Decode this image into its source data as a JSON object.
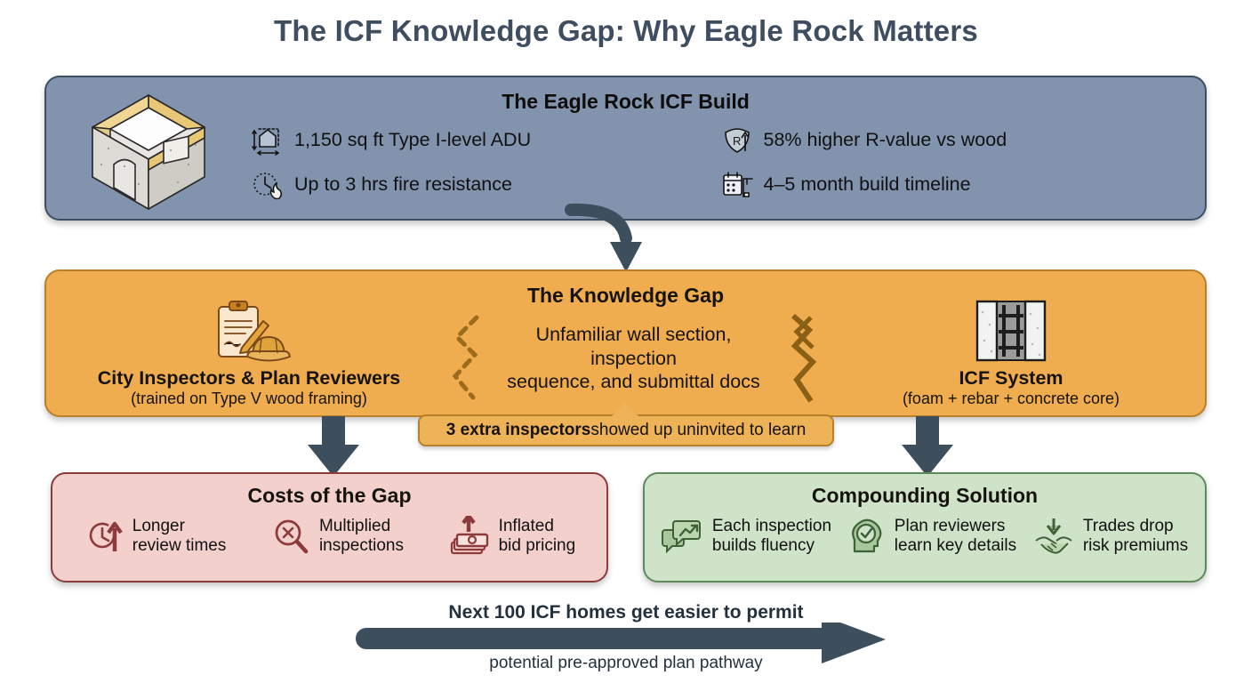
{
  "title": "The ICF Knowledge Gap: Why Eagle Rock Matters",
  "colors": {
    "title_text": "#3e4e60",
    "build_fill": "#8193ad",
    "build_border": "#3d4f63",
    "gap_fill": "#f0ad4f",
    "gap_border": "#b9802c",
    "costs_fill": "#f4d0cd",
    "costs_border": "#8d3a3a",
    "solution_fill": "#cfe3c8",
    "solution_border": "#5d8a5a",
    "arrow": "#3d4f5d",
    "callout_fill": "#eeb257"
  },
  "build": {
    "title": "The Eagle Rock ICF Build",
    "illustration_icon": "icf-cube-icon",
    "stats": [
      {
        "icon": "house-dimensions-icon",
        "text": "1,150 sq ft Type I-level ADU"
      },
      {
        "icon": "r-value-shield-arrow-icon",
        "text": "58% higher R-value vs wood"
      },
      {
        "icon": "clock-flame-icon",
        "text": "Up to 3 hrs fire resistance"
      },
      {
        "icon": "calendar-crane-icon",
        "text": "4–5 month build timeline"
      }
    ]
  },
  "gap": {
    "title": "The Knowledge Gap",
    "left": {
      "icon": "clipboard-hardhat-icon",
      "heading": "City Inspectors & Plan Reviewers",
      "subtext": "(trained on Type V wood framing)"
    },
    "middle": {
      "left_icon": "dashed-zigzag-icon",
      "right_icon": "solid-zigzag-icon",
      "line1": "Unfamiliar wall section, inspection",
      "line2": "sequence, and submittal docs"
    },
    "right": {
      "icon": "icf-wall-section-icon",
      "heading": "ICF System",
      "subtext": "(foam + rebar + concrete core)"
    }
  },
  "callout": {
    "bold_part": "3 extra inspectors",
    "rest_part": " showed up uninvited to learn"
  },
  "costs": {
    "title": "Costs of the Gap",
    "items": [
      {
        "icon": "clock-up-arrow-icon",
        "line1": "Longer",
        "line2": "review times"
      },
      {
        "icon": "magnifier-x-icon",
        "line1": "Multiplied",
        "line2": "inspections"
      },
      {
        "icon": "money-up-arrow-icon",
        "line1": "Inflated",
        "line2": "bid pricing"
      }
    ]
  },
  "solution": {
    "title": "Compounding Solution",
    "items": [
      {
        "icon": "chat-trend-icon",
        "line1": "Each inspection",
        "line2": "builds fluency"
      },
      {
        "icon": "head-check-icon",
        "line1": "Plan reviewers",
        "line2": "learn key details"
      },
      {
        "icon": "handshake-down-arrow-icon",
        "line1": "Trades drop",
        "line2": "risk premiums"
      }
    ]
  },
  "pathway": {
    "headline": "Next 100 ICF homes get easier to permit",
    "caption": "potential pre-approved plan pathway",
    "arrow_icon": "long-right-arrow-icon"
  }
}
